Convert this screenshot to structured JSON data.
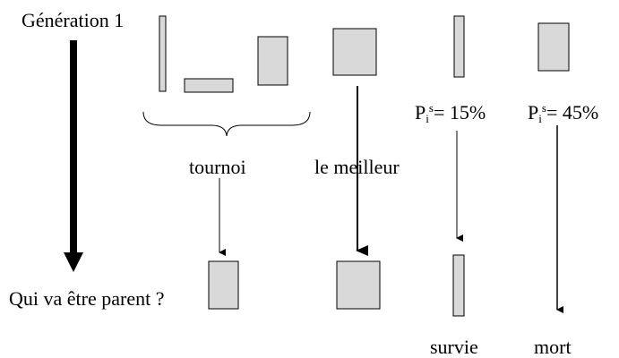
{
  "labels": {
    "generation": "Génération 1",
    "question": "Qui va être parent ?",
    "tournoi": "tournoi",
    "meilleur": "le meilleur",
    "survie": "survie",
    "mort": "mort"
  },
  "probabilities": [
    {
      "symbol": "P",
      "sub": "i",
      "sup": "s",
      "text": "= 15%"
    },
    {
      "symbol": "P",
      "sub": "i",
      "sup": "s",
      "text": "= 45%"
    }
  ],
  "colors": {
    "box_fill": "#d9d9d9",
    "stroke": "#000000"
  }
}
